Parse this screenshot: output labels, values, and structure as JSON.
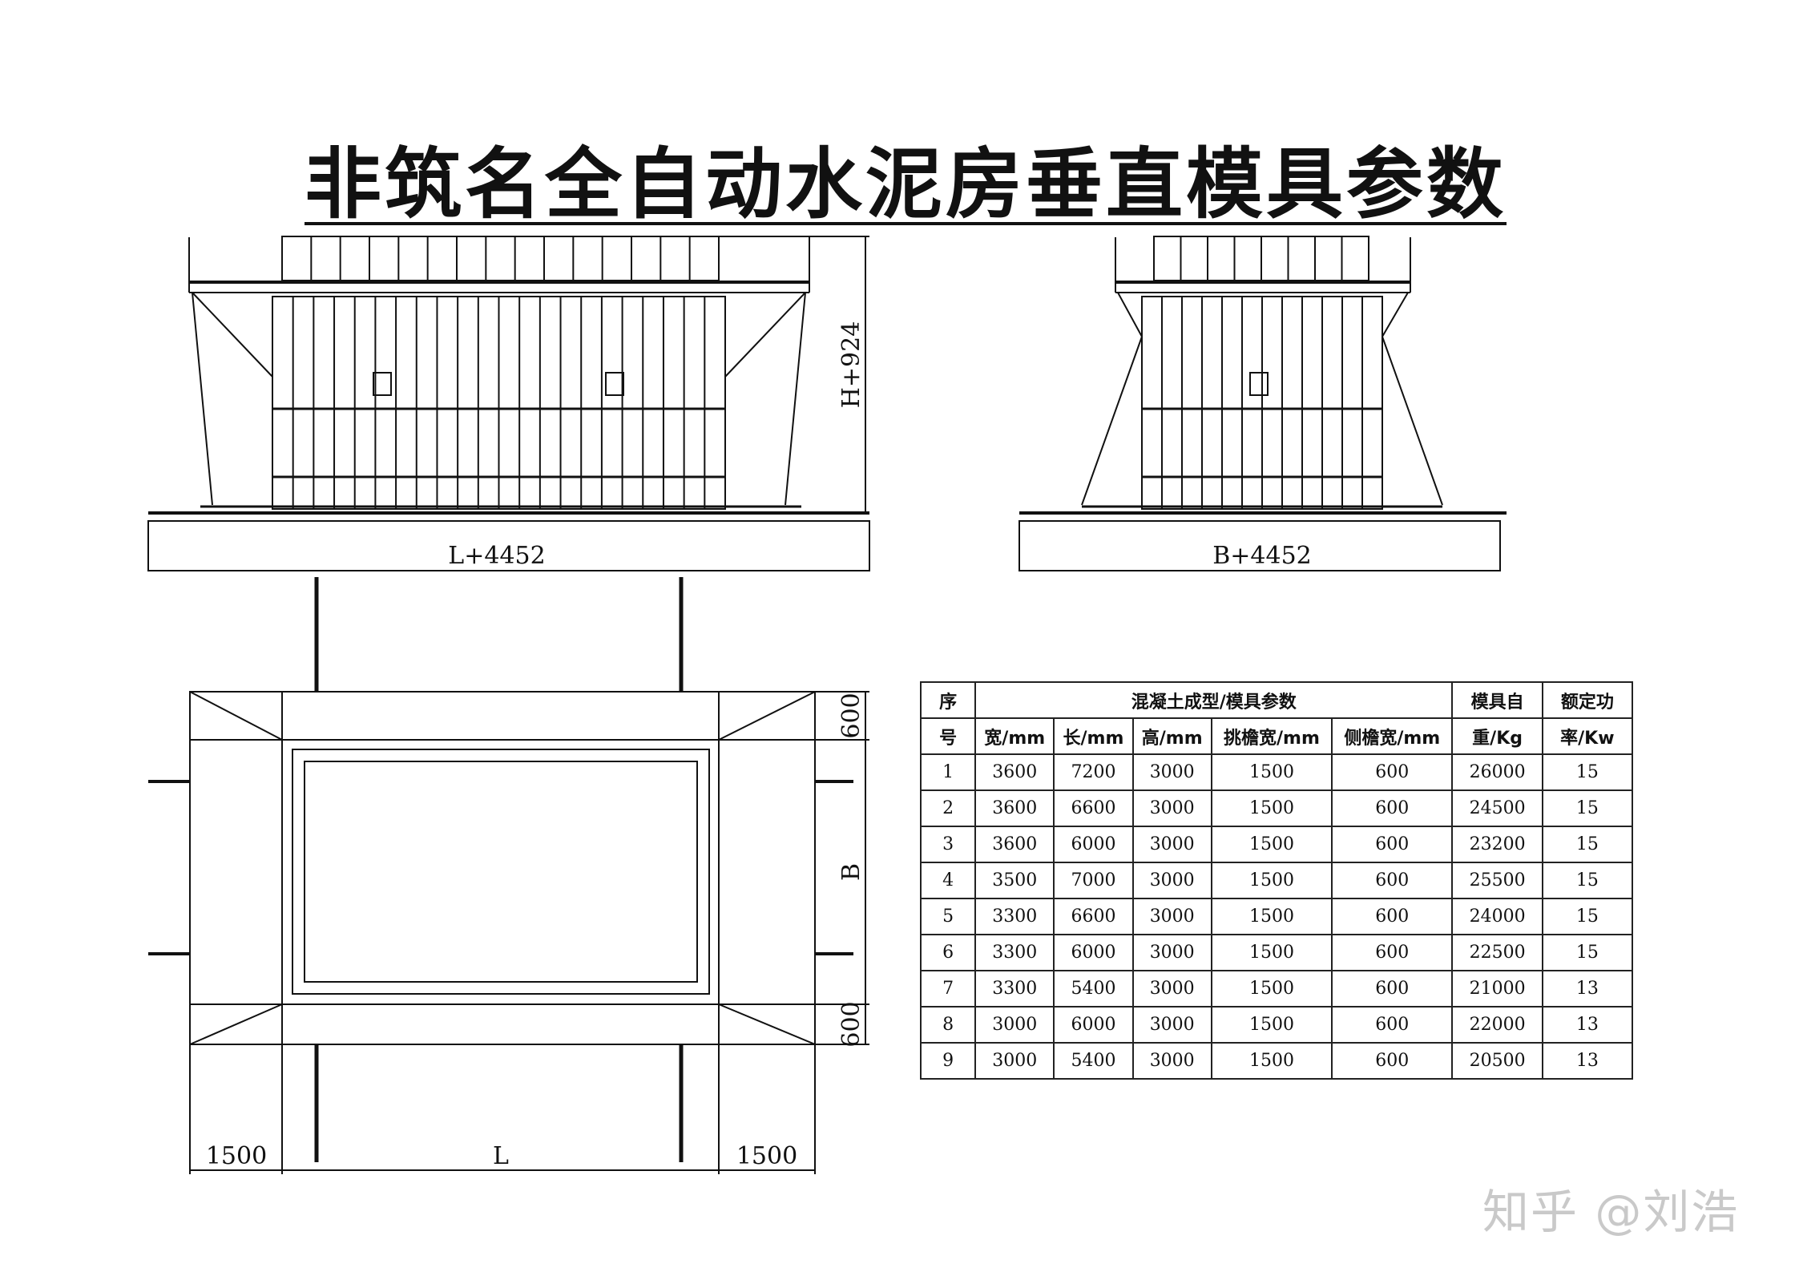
{
  "title": "非筑名全自动水泥房垂直模具参数",
  "dimensions": {
    "front_height": "H+924",
    "front_length": "L+4452",
    "side_width": "B+4452",
    "plan_top": "600",
    "plan_b": "B",
    "plan_bottom": "600",
    "plan_left": "1500",
    "plan_l": "L",
    "plan_right": "1500"
  },
  "table": {
    "col_index_top": "序",
    "col_index_bottom": "号",
    "group_header": "混凝土成型/模具参数",
    "sub_headers": [
      "宽/mm",
      "长/mm",
      "高/mm",
      "挑檐宽/mm",
      "侧檐宽/mm"
    ],
    "weight_top": "模具自",
    "weight_bottom": "重/Kg",
    "power_top": "额定功",
    "power_bottom": "率/Kw",
    "rows": [
      [
        "1",
        "3600",
        "7200",
        "3000",
        "1500",
        "600",
        "26000",
        "15"
      ],
      [
        "2",
        "3600",
        "6600",
        "3000",
        "1500",
        "600",
        "24500",
        "15"
      ],
      [
        "3",
        "3600",
        "6000",
        "3000",
        "1500",
        "600",
        "23200",
        "15"
      ],
      [
        "4",
        "3500",
        "7000",
        "3000",
        "1500",
        "600",
        "25500",
        "15"
      ],
      [
        "5",
        "3300",
        "6600",
        "3000",
        "1500",
        "600",
        "24000",
        "15"
      ],
      [
        "6",
        "3300",
        "6000",
        "3000",
        "1500",
        "600",
        "22500",
        "15"
      ],
      [
        "7",
        "3300",
        "5400",
        "3000",
        "1500",
        "600",
        "21000",
        "13"
      ],
      [
        "8",
        "3000",
        "6000",
        "3000",
        "1500",
        "600",
        "22000",
        "13"
      ],
      [
        "9",
        "3000",
        "5400",
        "3000",
        "1500",
        "600",
        "20500",
        "13"
      ]
    ]
  },
  "watermark": "知乎 @刘浩"
}
